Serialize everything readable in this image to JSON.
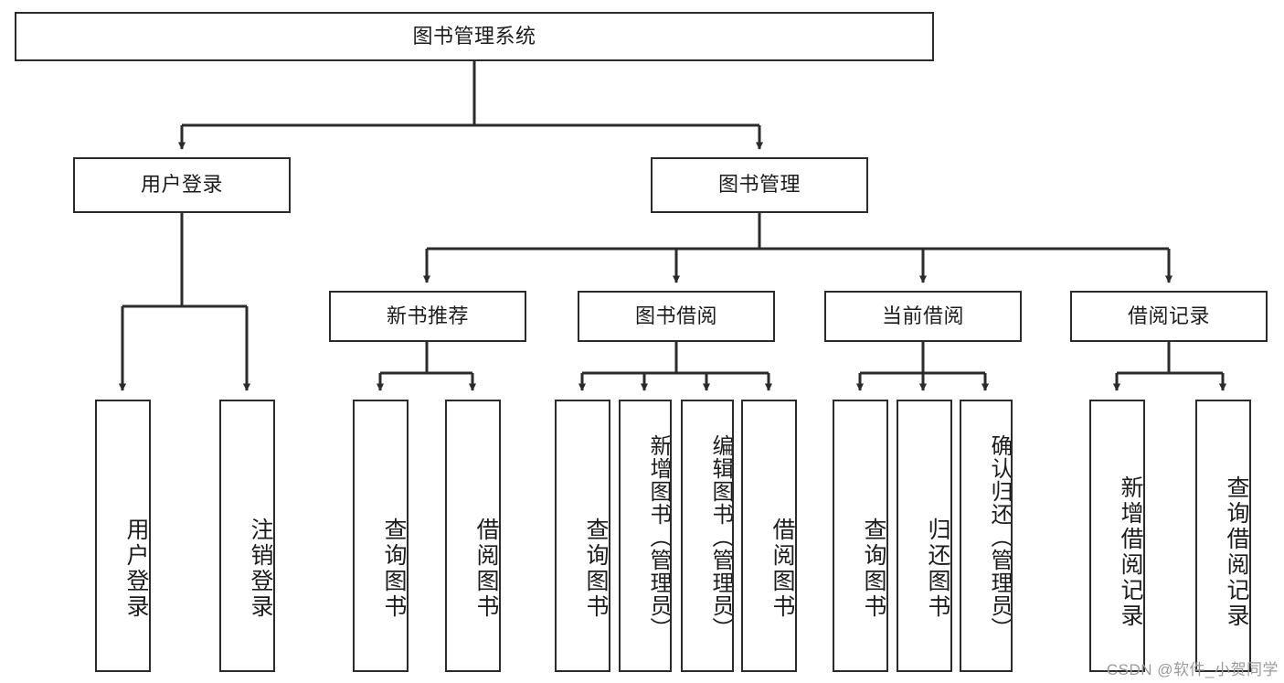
{
  "diagram": {
    "type": "tree-hierarchy-chart",
    "title": "图书管理系统",
    "stroke_color": "#2b2b2b",
    "fill_color": "#ffffff",
    "text_color": "#1c1c1c",
    "nodes": {
      "root": {
        "label": "图书管理系统"
      },
      "level2": [
        {
          "id": "user-login",
          "label": "用户登录"
        },
        {
          "id": "book-manage",
          "label": "图书管理"
        }
      ],
      "level3": [
        {
          "id": "new-book-recommend",
          "label": "新书推荐"
        },
        {
          "id": "book-borrow",
          "label": "图书借阅"
        },
        {
          "id": "current-borrow",
          "label": "当前借阅"
        },
        {
          "id": "borrow-record",
          "label": "借阅记录"
        }
      ],
      "leaves": {
        "user_login": [
          {
            "id": "leaf-user-login",
            "label": "用户登录"
          },
          {
            "id": "leaf-logout",
            "label": "注销登录"
          }
        ],
        "new_book_recommend": [
          {
            "id": "leaf-query-book-1",
            "label": "查询图书"
          },
          {
            "id": "leaf-borrow-book-1",
            "label": "借阅图书"
          }
        ],
        "book_borrow": [
          {
            "id": "leaf-query-book-2",
            "label": "查询图书"
          },
          {
            "id": "leaf-add-book",
            "label": "新增图书（管理员）"
          },
          {
            "id": "leaf-edit-book",
            "label": "编辑图书（管理员）"
          },
          {
            "id": "leaf-borrow-book-2",
            "label": "借阅图书"
          }
        ],
        "current_borrow": [
          {
            "id": "leaf-query-book-3",
            "label": "查询图书"
          },
          {
            "id": "leaf-return-book",
            "label": "归还图书"
          },
          {
            "id": "leaf-confirm-return",
            "label": "确认归还（管理员）"
          }
        ],
        "borrow_record": [
          {
            "id": "leaf-add-record",
            "label": "新增借阅记录"
          },
          {
            "id": "leaf-query-record",
            "label": "查询借阅记录"
          }
        ]
      }
    }
  },
  "watermark": {
    "text": "CSDN @软件_小贺同学"
  }
}
